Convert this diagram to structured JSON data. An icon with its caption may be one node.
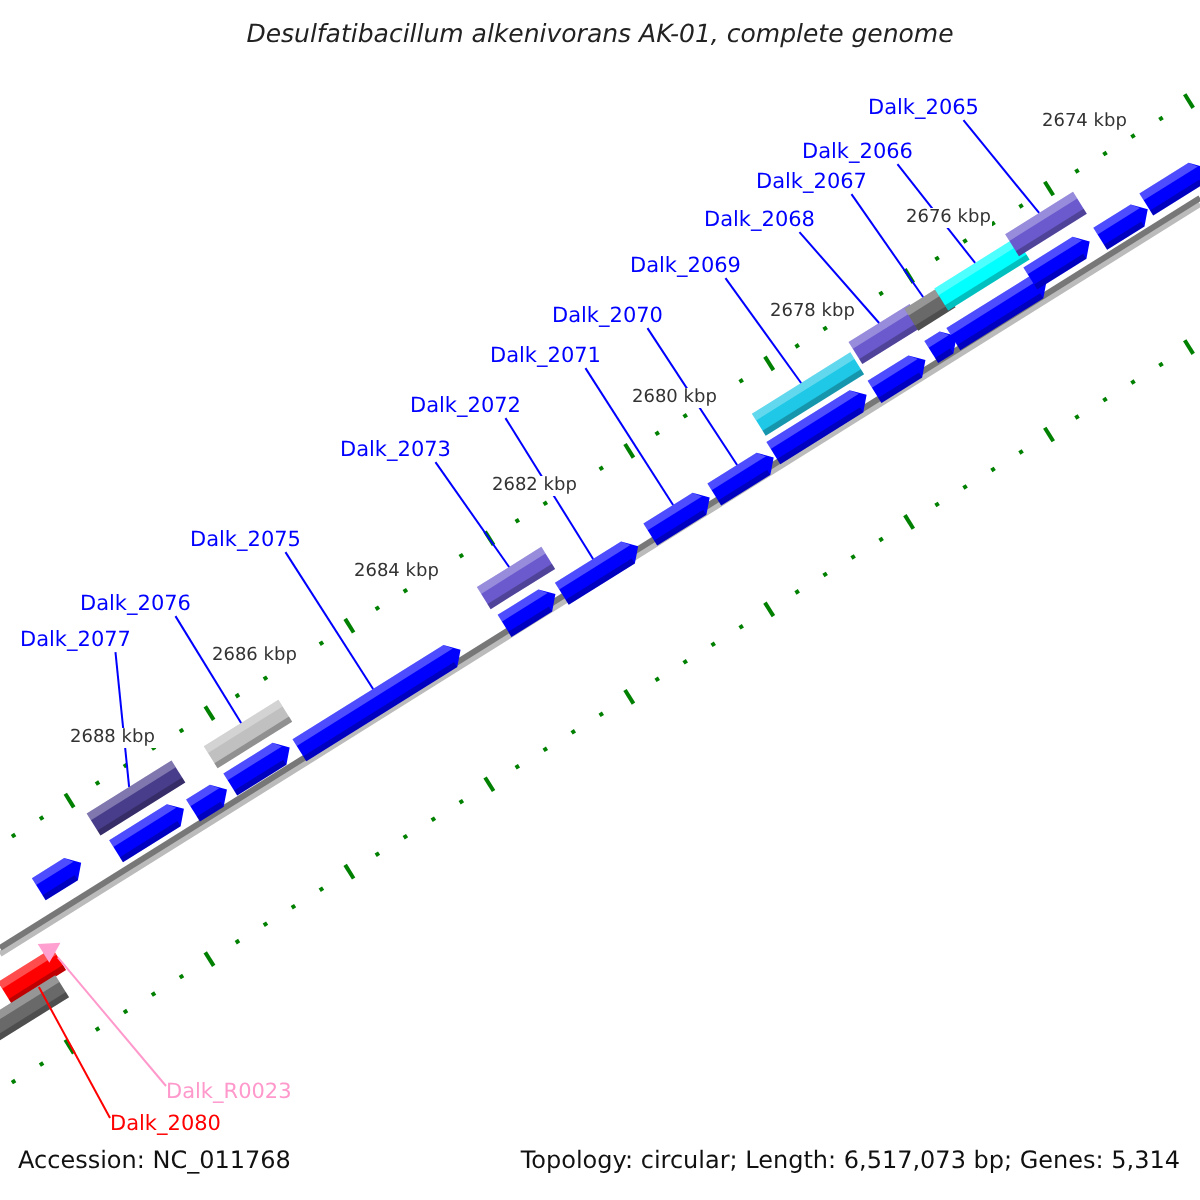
{
  "diagram": {
    "title": "Desulfatibacillum alkenivorans AK-01, complete genome",
    "nodes": [
      {
        "text": [
          "Dalk_2065"
        ]
      },
      {
        "text": [
          "Dalk_2066"
        ]
      },
      {
        "text": [
          "Dalk_2067"
        ]
      },
      {
        "text": [
          "Dalk_2068"
        ]
      },
      {
        "text": [
          "Dalk_2069"
        ]
      },
      {
        "text": [
          "Dalk_2070"
        ]
      },
      {
        "text": [
          "Dalk_2071"
        ]
      },
      {
        "text": [
          "Dalk_2072"
        ]
      },
      {
        "text": [
          "Dalk_2073"
        ]
      },
      {
        "text": [
          "Dalk_2075"
        ]
      },
      {
        "text": [
          "Dalk_2076"
        ]
      },
      {
        "text": [
          "Dalk_2077"
        ]
      },
      {
        "text": [
          "Dalk_R0023"
        ]
      },
      {
        "text": [
          "Dalk_2080"
        ]
      },
      {
        "text": [],
        "shape": "bar"
      },
      {
        "text": [],
        "shape": "bar"
      },
      {
        "text": [],
        "shape": "triangle"
      },
      {
        "text": [],
        "shape": "bar"
      },
      {
        "text": [],
        "shape": "bar"
      },
      {
        "text": [],
        "shape": "bar"
      },
      {
        "text": [],
        "shape": "bar"
      },
      {
        "text": [],
        "shape": "bar"
      },
      {
        "text": [],
        "shape": "bar"
      },
      {
        "text": [],
        "shape": "bar"
      },
      {
        "text": [],
        "shape": "bar"
      },
      {
        "text": [],
        "shape": "bar"
      },
      {
        "text": [],
        "shape": "bar"
      },
      {
        "text": [],
        "shape": "bar"
      },
      {
        "text": [],
        "shape": "bar"
      },
      {
        "text": [],
        "shape": "bar"
      },
      {
        "text": [],
        "shape": "bar"
      },
      {
        "text": [],
        "shape": "bar"
      },
      {
        "text": [],
        "shape": "bar"
      },
      {
        "text": [],
        "shape": "bar"
      },
      {
        "text": [],
        "shape": "bar"
      },
      {
        "text": [],
        "shape": "bar"
      },
      {
        "text": [],
        "shape": "bar"
      },
      {
        "text": [],
        "shape": "bar"
      },
      {
        "text": [],
        "shape": "bar"
      },
      {
        "text": [],
        "shape": "bar"
      },
      {
        "text": [],
        "shape": "bar"
      }
    ],
    "edges": [
      {
        "from": 0,
        "to": 37,
        "arrow": "none"
      },
      {
        "from": 1,
        "to": 35,
        "arrow": "none"
      },
      {
        "from": 2,
        "to": 33,
        "arrow": "none"
      },
      {
        "from": 3,
        "to": 31,
        "arrow": "none"
      },
      {
        "from": 4,
        "to": 29,
        "arrow": "none"
      },
      {
        "from": 5,
        "to": 28,
        "arrow": "none"
      },
      {
        "from": 6,
        "to": 27,
        "arrow": "none"
      },
      {
        "from": 7,
        "to": 26,
        "arrow": "none"
      },
      {
        "from": 8,
        "to": 24,
        "arrow": "none"
      },
      {
        "from": 9,
        "to": 23,
        "arrow": "none"
      },
      {
        "from": 10,
        "to": 21,
        "arrow": "none"
      },
      {
        "from": 11,
        "to": 18,
        "arrow": "none"
      },
      {
        "from": 12,
        "to": 16,
        "arrow": "none",
        "color": "#ff99cc"
      },
      {
        "from": 13,
        "to": 14,
        "arrow": "none",
        "color": "#ff0000"
      }
    ],
    "labels": [
      "2674 kbp",
      "2676 kbp",
      "2678 kbp",
      "2680 kbp",
      "2682 kbp",
      "2684 kbp",
      "2686 kbp",
      "2688 kbp",
      "Accession: NC_011768",
      "Topology: circular; Length: 6,517,073 bp; Genes: 5,314"
    ]
  }
}
